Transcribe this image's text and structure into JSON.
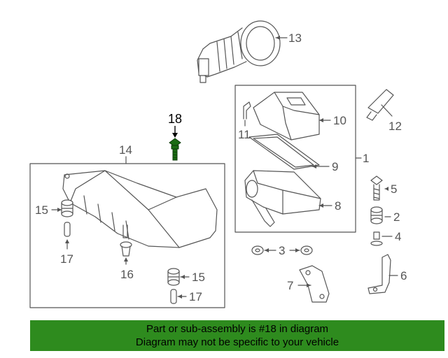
{
  "callouts": {
    "c1": "1",
    "c2": "2",
    "c3": "3",
    "c4": "4",
    "c5": "5",
    "c6": "6",
    "c7": "7",
    "c8": "8",
    "c9": "9",
    "c10": "10",
    "c11": "11",
    "c12": "12",
    "c13": "13",
    "c14": "14",
    "c15a": "15",
    "c15b": "15",
    "c16": "16",
    "c17a": "17",
    "c17b": "17",
    "c18": "18"
  },
  "banner": {
    "line1": "Part or sub-assembly is #18 in diagram",
    "line2": "Diagram may not be specific to your vehicle"
  },
  "colors": {
    "banner_bg": "#2e8b1e",
    "highlight_part": "#1a6b12",
    "line_art": "#555555"
  }
}
